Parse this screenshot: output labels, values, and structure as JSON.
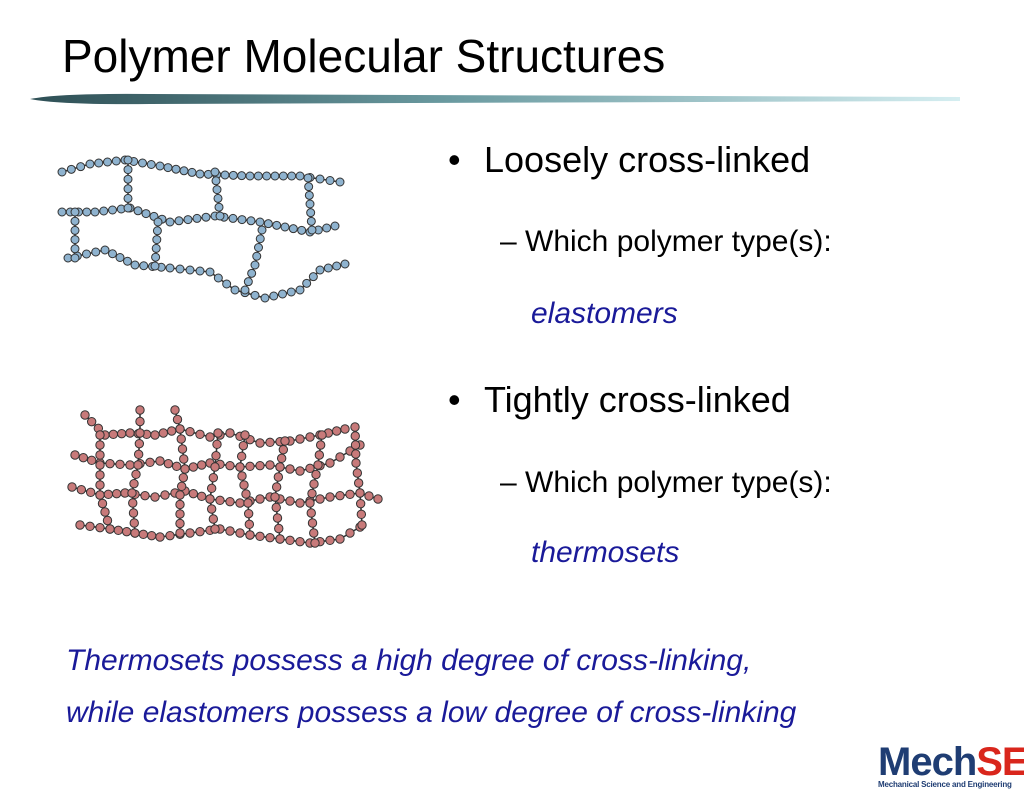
{
  "slide": {
    "title": "Polymer Molecular Structures",
    "bullets": [
      {
        "label": "Loosely cross-linked",
        "question": "– Which polymer type(s):",
        "answer": "elastomers"
      },
      {
        "label": "Tightly cross-linked",
        "question": "– Which polymer type(s):",
        "answer": "thermosets"
      }
    ],
    "bullet_glyph": "•",
    "summary": [
      "Thermosets possess a high degree of cross-linking,",
      "while elastomers possess a low degree of cross-linking"
    ]
  },
  "logo": {
    "mech": "Mech",
    "se": "SE",
    "subtitle": "Mechanical Science and Engineering"
  },
  "colors": {
    "answer_text": "#1a1a99",
    "loose_bead": "#8fb3cf",
    "tight_bead": "#c87a7a",
    "bead_stroke": "#333333",
    "logo_blue": "#1f3d73",
    "logo_red": "#d9261c"
  }
}
